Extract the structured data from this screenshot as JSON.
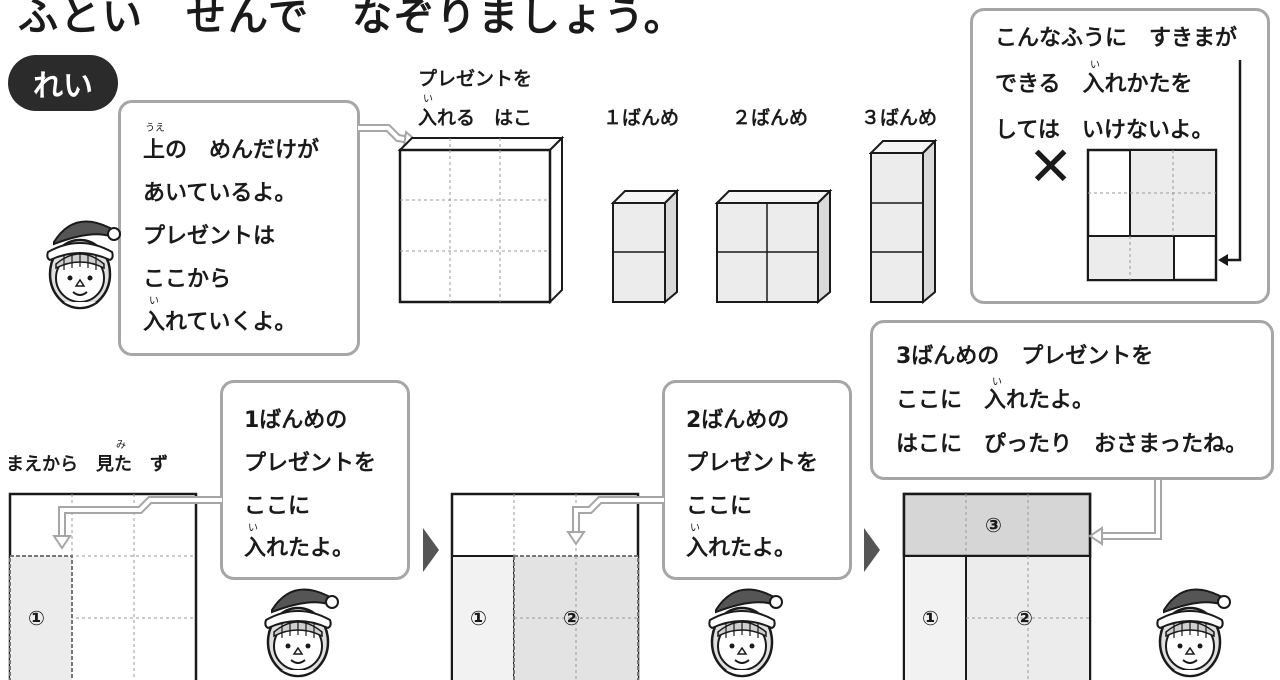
{
  "title": "ふとい　せんで　なぞりましょう。",
  "example_label": "れい",
  "intro_bubble": {
    "ruby_ue": "うえ",
    "ruby_i": "い",
    "lines": [
      "上の　めんだけが",
      "あいているよ。",
      "プレゼントは",
      "ここから",
      "入れていくよ。"
    ]
  },
  "box_headers": {
    "gift_box_line1": "プレゼントを",
    "gift_box_line2": "入れる　はこ",
    "gift_box_ruby": "い",
    "first": "１ばんめ",
    "second": "２ばんめ",
    "third": "３ばんめ"
  },
  "warning_bubble": {
    "lines": [
      "こんなふうに　すきまが",
      "できる　入れかたを",
      "しては　いけないよ。"
    ],
    "ruby_i": "い",
    "mark": "✕"
  },
  "front_view": {
    "label": "まえから　見た　ず",
    "ruby_mi": "み"
  },
  "step1_bubble": {
    "lines": [
      "1ばんめの",
      "プレゼントを",
      "ここに",
      "入れたよ。"
    ],
    "ruby_i": "い"
  },
  "step2_bubble": {
    "lines": [
      "2ばんめの",
      "プレゼントを",
      "ここに",
      "入れたよ。"
    ],
    "ruby_i": "い"
  },
  "step3_bubble": {
    "lines": [
      "3ばんめの　プレゼントを",
      "ここに　入れたよ。",
      "はこに　ぴったり　おさまったね。"
    ],
    "ruby_i": "い"
  },
  "piece_numbers": {
    "one": "①",
    "two": "②",
    "three": "③"
  },
  "colors": {
    "piece_fill": "#e9e9e9",
    "piece_dark": "#d6d6d6",
    "bubble_border": "#a6a6a6",
    "ink": "#1a1a1a"
  }
}
